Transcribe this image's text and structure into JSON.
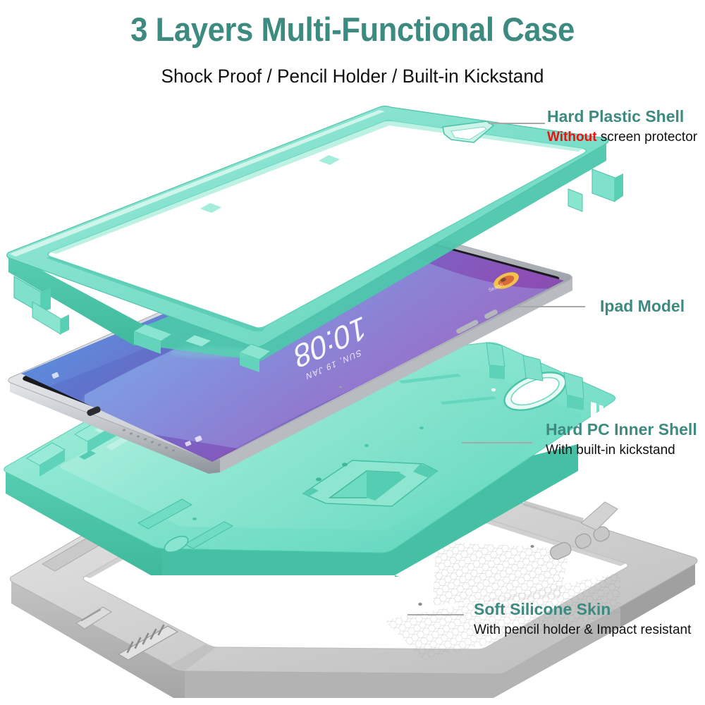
{
  "header": {
    "title": "3 Layers Multi-Functional Case",
    "subtitle": "Shock Proof / Pencil Holder / Built-in Kickstand",
    "title_color": "#3d8a81",
    "subtitle_color": "#111111"
  },
  "callouts": [
    {
      "id": "hard-plastic-shell",
      "title": "Hard Plastic Shell",
      "sub_warn": "Without",
      "sub_rest": " screen protector",
      "title_color": "#3d8a81",
      "warn_color": "#ee1111"
    },
    {
      "id": "ipad-model",
      "title": "Ipad Model",
      "sub_warn": "",
      "sub_rest": "",
      "title_color": "#3d8a81"
    },
    {
      "id": "hard-pc-inner-shell",
      "title": "Hard PC Inner Shell",
      "sub_warn": "",
      "sub_rest": "With built-in kickstand",
      "title_color": "#3d8a81"
    },
    {
      "id": "soft-silicone-skin",
      "title": "Soft Silicone Skin",
      "sub_warn": "",
      "sub_rest": "With pencil holder & Impact resistant",
      "title_color": "#3d8a81"
    }
  ],
  "device_screen": {
    "clock": "10:08",
    "date": "SUN, 19 JAN",
    "wallpaper_colors": [
      "#4aa3e8",
      "#5f7fd6",
      "#7b62c4",
      "#8b4fb4",
      "#6f4fa8"
    ]
  },
  "layers": [
    {
      "name": "hard-plastic-shell",
      "material": "Hard Plastic",
      "color": "#7fe0cc"
    },
    {
      "name": "ipad-model",
      "material": "Tablet",
      "color": "#c9ccd1"
    },
    {
      "name": "hard-pc-inner-shell",
      "material": "Hard PC",
      "color": "#8fe6d0"
    },
    {
      "name": "soft-silicone-skin",
      "material": "Soft Silicone",
      "color": "#cfcfcf"
    }
  ],
  "palette": {
    "background": "#ffffff",
    "mint": "#7fe0cc",
    "mint_light": "#b9f0e2",
    "mint_dark": "#4fc4ab",
    "grey": "#cfcfcf",
    "grey_dark": "#a9a9a9",
    "silver": "#c9ccd1",
    "leader_line": "#a8a8a8",
    "teal_text": "#3d8a81"
  }
}
